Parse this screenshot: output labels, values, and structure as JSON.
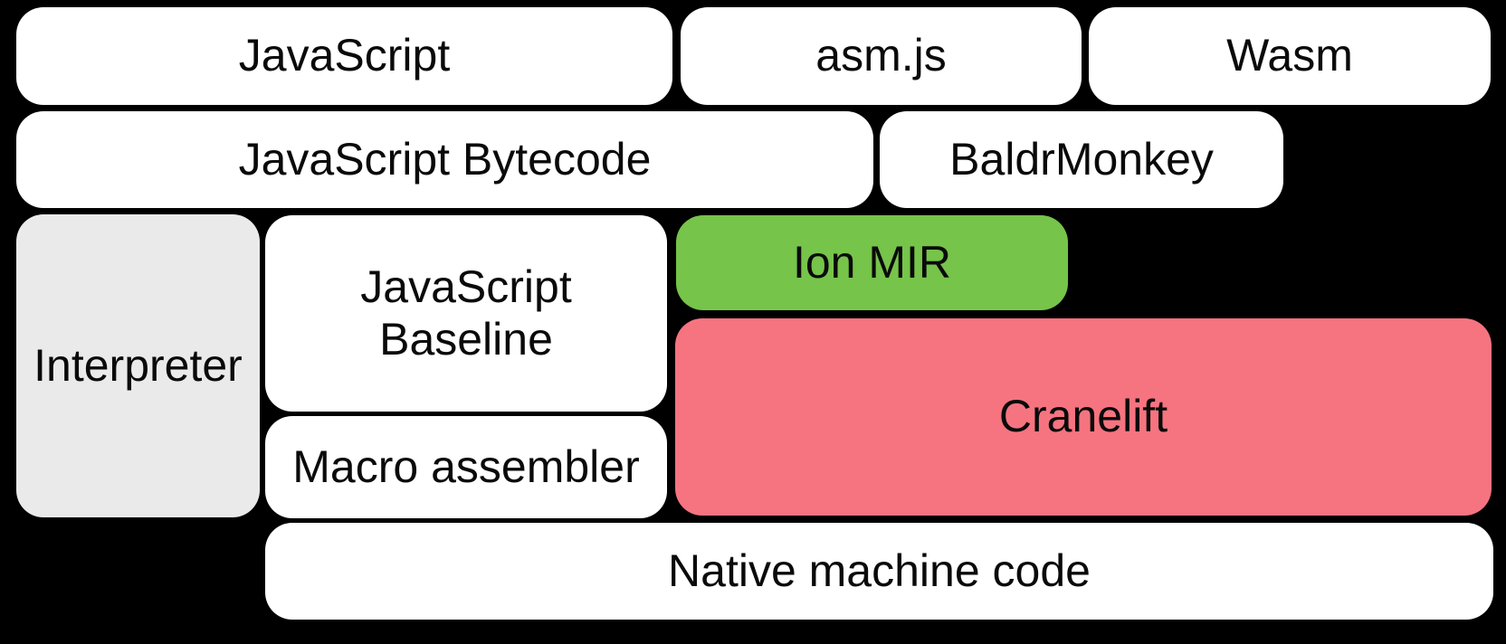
{
  "background": "#000000",
  "colors": {
    "node_white": "#ffffff",
    "interpreter_gray": "#eaeaea",
    "ion_green": "#76c44a",
    "cranelift_pink": "#f57480",
    "label_text": "#0a0a0a"
  },
  "nodes": {
    "javascript": {
      "label": "JavaScript"
    },
    "asm_js": {
      "label": "asm.js"
    },
    "wasm": {
      "label": "Wasm"
    },
    "javascript_bytecode": {
      "label": "JavaScript Bytecode"
    },
    "baldrmonkey": {
      "label": "BaldrMonkey"
    },
    "interpreter": {
      "label": "Interpreter"
    },
    "javascript_baseline": {
      "label": "JavaScript Baseline"
    },
    "ion_mir": {
      "label": "Ion MIR"
    },
    "cranelift": {
      "label": "Cranelift"
    },
    "macro_assembler": {
      "label": "Macro assembler"
    },
    "native_machine_code": {
      "label": "Native machine code"
    }
  }
}
